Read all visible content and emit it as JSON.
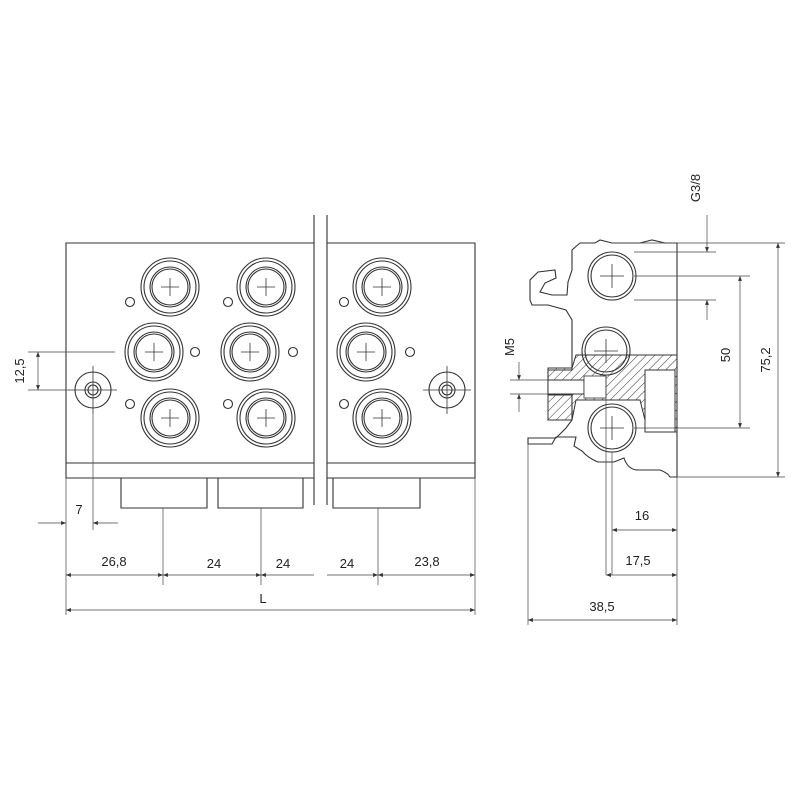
{
  "dimensions": {
    "d_12_5": "12,5",
    "d_7": "7",
    "d_26_8": "26,8",
    "d_24_a": "24",
    "d_24_b": "24",
    "d_24_c": "24",
    "d_23_8": "23,8",
    "d_L": "L",
    "d_G3_8": "G3/8",
    "d_M5": "M5",
    "d_50": "50",
    "d_75_2": "75,2",
    "d_16": "16",
    "d_17_5": "17,5",
    "d_38_5": "38,5"
  }
}
